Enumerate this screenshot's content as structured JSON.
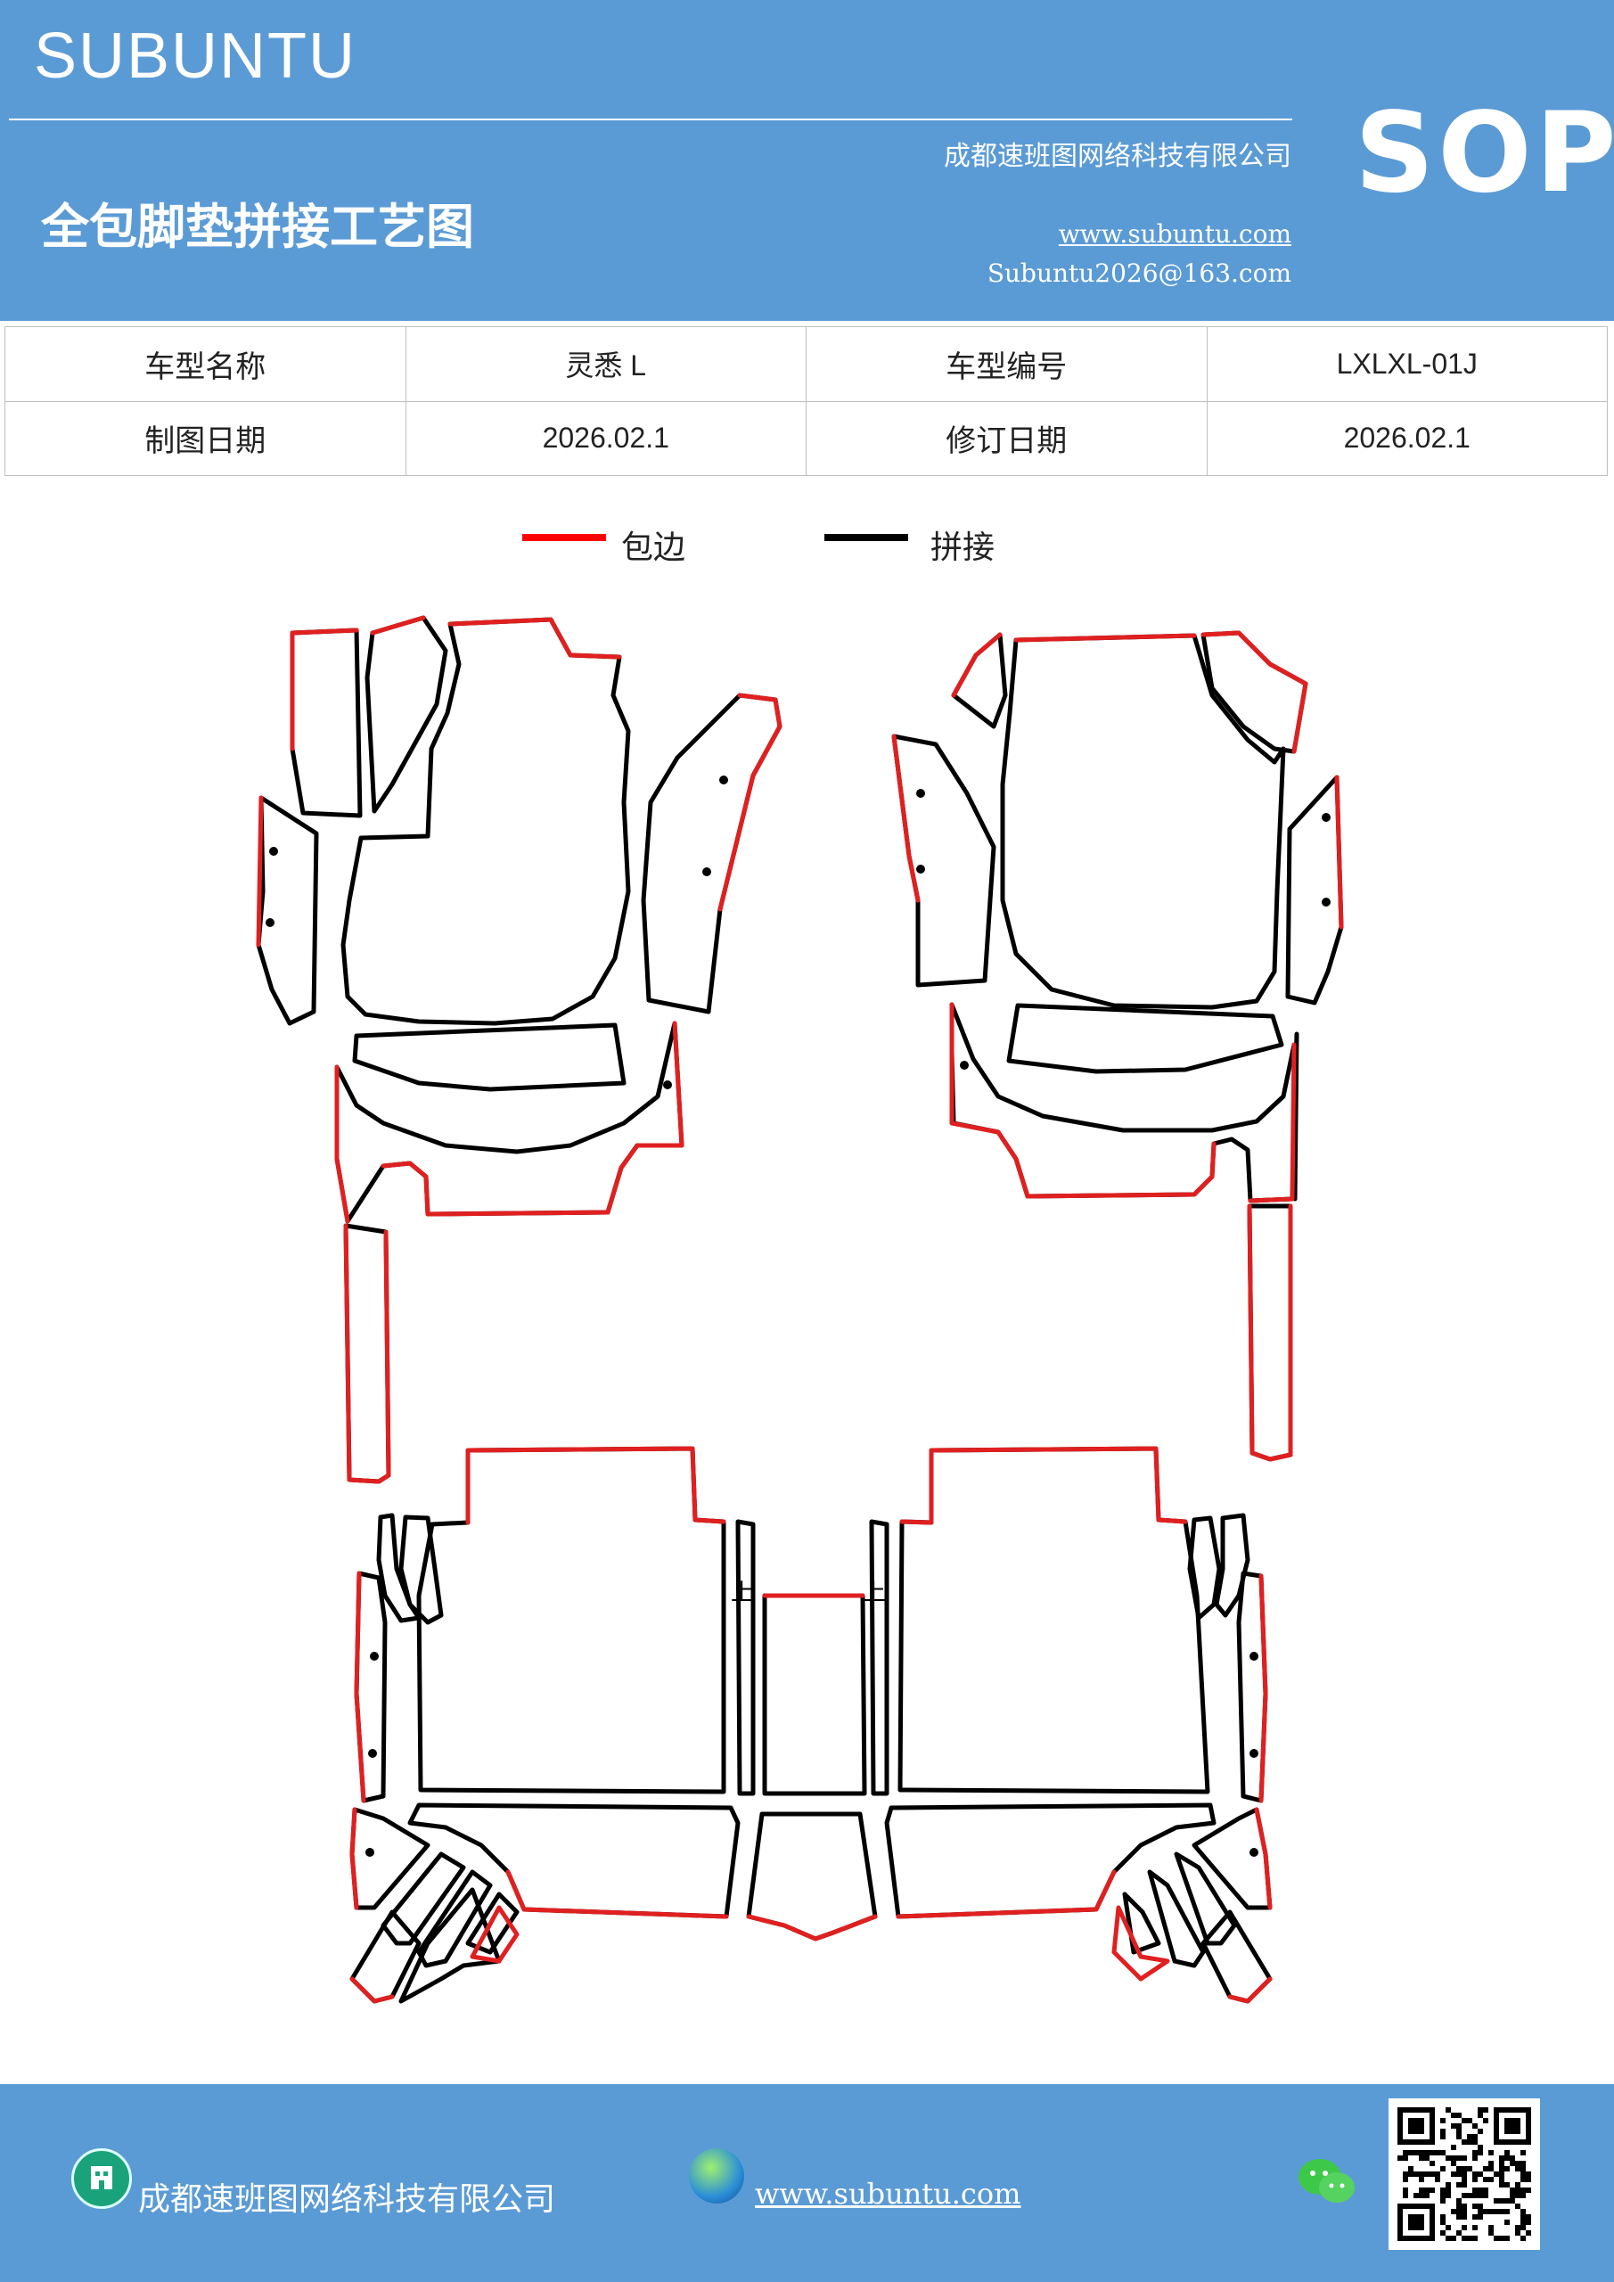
{
  "header": {
    "brand": "SUBUNTU",
    "company": "成都速班图网络科技有限公司",
    "sop": "SOP",
    "title": "全包脚垫拼接工艺图",
    "website": "www.subuntu.com",
    "email": "Subuntu2026@163.com"
  },
  "info_table": {
    "row1": {
      "label1": "车型名称",
      "value1": "灵悉 L",
      "label2": "车型编号",
      "value2": "LXLXL-01J"
    },
    "row2": {
      "label1": "制图日期",
      "value1": "2026.02.1",
      "label2": "修订日期",
      "value2": "2026.02.1"
    }
  },
  "legend": {
    "edge_label": "包边",
    "edge_color": "#ff0000",
    "join_label": "拼接",
    "join_color": "#000000"
  },
  "diagram": {
    "marks": [
      "上",
      "上"
    ]
  },
  "footer": {
    "company": "成都速班图网络科技有限公司",
    "website": "www.subuntu.com",
    "icons": [
      "building-icon",
      "globe-icon",
      "wechat-icon",
      "qr-code"
    ]
  }
}
